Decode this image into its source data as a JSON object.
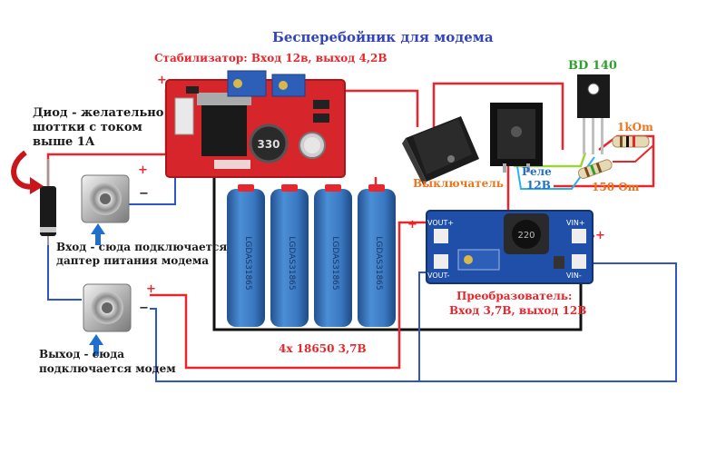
{
  "title": "Бесперебойник для модема",
  "labels": {
    "stabilizer": "Стабилизатор: Вход 12в, выход 4,2В",
    "bd140": "BD 140",
    "resistor_1k": "1kOm",
    "resistor_150": "150 Om",
    "relay_line1": "Реле",
    "relay_line2": "12В",
    "switch": "Выключатель",
    "diode_line1": "Диод - желательно",
    "diode_line2": "шоттки с током",
    "diode_line3": "выше 1А",
    "input_line1": "Вход - сюда подключается",
    "input_line2": "даптер питания модема",
    "output_line1": "Выход - сюда",
    "output_line2": "подключается модем",
    "batteries": "4x 18650 3,7В",
    "converter_line1": "Преобразователь:",
    "converter_line2": "Вход 3,7В, выход 12В",
    "battery_print": "LGDAS31865",
    "choke_print": "330",
    "inductor_print": "220",
    "vout_plus": "VOUT+",
    "vout_minus": "VOUT-",
    "vin_plus": "VIN+",
    "vin_minus": "VIN-",
    "plus": "+",
    "minus": "−",
    "plus_marks": [
      "+",
      "+",
      "+",
      "+",
      "+"
    ],
    "minus_marks": [
      "−",
      "−"
    ]
  },
  "colors": {
    "wire_red": "#e8262c",
    "wire_blue": "#2f53c9",
    "wire_black": "#111111",
    "wire_green": "#9cd43a",
    "wire_cyan": "#29b4e6",
    "board_red": "#d7262b",
    "board_blue": "#1f4fa8",
    "battery_blue": "#3a79c2",
    "title": "#3344bb"
  }
}
